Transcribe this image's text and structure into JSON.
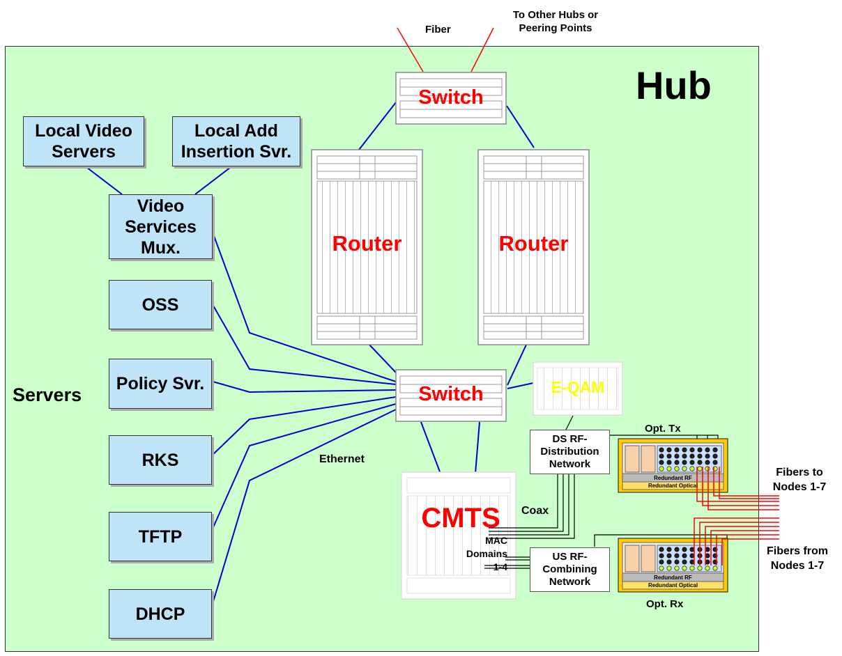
{
  "top": {
    "fiber": "Fiber",
    "to_other": "To Other Hubs or Peering Points"
  },
  "hub": {
    "title": "Hub",
    "servers_label": "Servers",
    "ethernet": "Ethernet"
  },
  "devices": {
    "top_switch": "Switch",
    "router_left": "Router",
    "router_right": "Router",
    "core_switch": "Switch",
    "eqam": "E-QAM",
    "cmts": "CMTS",
    "mac_domains": "MAC Domains 1-4",
    "coax": "Coax"
  },
  "servers": {
    "local_video": "Local Video Servers",
    "local_add": "Local Add Insertion Svr.",
    "video_mux": "Video Services Mux.",
    "oss": "OSS",
    "policy": "Policy Svr.",
    "rks": "RKS",
    "tftp": "TFTP",
    "dhcp": "DHCP"
  },
  "networks": {
    "ds": "DS RF-Distribution Network",
    "us": "US RF-Combining Network"
  },
  "optical": {
    "tx": "Opt. Tx",
    "rx": "Opt. Rx",
    "redundant_rf": "Redundant RF",
    "redundant_optical": "Redundant Optical"
  },
  "fibers": {
    "to_nodes": "Fibers to Nodes 1-7",
    "from_nodes": "Fibers from Nodes 1-7"
  },
  "colors": {
    "hub_bg": "#ccffcc",
    "server_bg": "#bfe3f7",
    "link": "#0000cc",
    "fiber": "#ff0000",
    "device_text": "#ff0000",
    "eqam_text": "#ffff00",
    "optical_shelf": "#ffcc00"
  }
}
